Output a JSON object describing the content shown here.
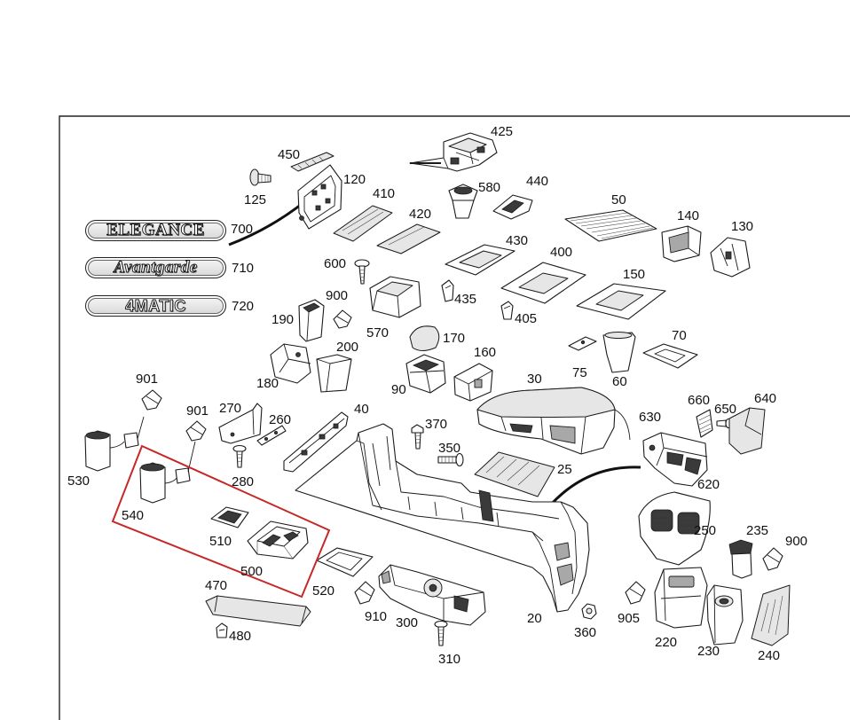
{
  "diagram": {
    "badges": [
      {
        "text": "ELEGANCE"
      },
      {
        "text": "Avantgarde"
      },
      {
        "text": "4MATIC"
      }
    ],
    "callouts": [
      "425",
      "450",
      "120",
      "125",
      "410",
      "580",
      "440",
      "50",
      "420",
      "140",
      "130",
      "700",
      "430",
      "600",
      "400",
      "710",
      "150",
      "900",
      "435",
      "720",
      "190",
      "405",
      "570",
      "170",
      "70",
      "200",
      "160",
      "180",
      "75",
      "90",
      "30",
      "60",
      "901",
      "901",
      "270",
      "660",
      "640",
      "650",
      "40",
      "260",
      "370",
      "630",
      "350",
      "530",
      "25",
      "280",
      "620",
      "540",
      "250",
      "235",
      "900",
      "510",
      "500",
      "470",
      "520",
      "910",
      "300",
      "20",
      "905",
      "360",
      "480",
      "220",
      "230",
      "240",
      "310"
    ]
  },
  "colors": {
    "highlight_frame": "#c62828",
    "line": "#1a1a1a",
    "background": "#ffffff"
  }
}
